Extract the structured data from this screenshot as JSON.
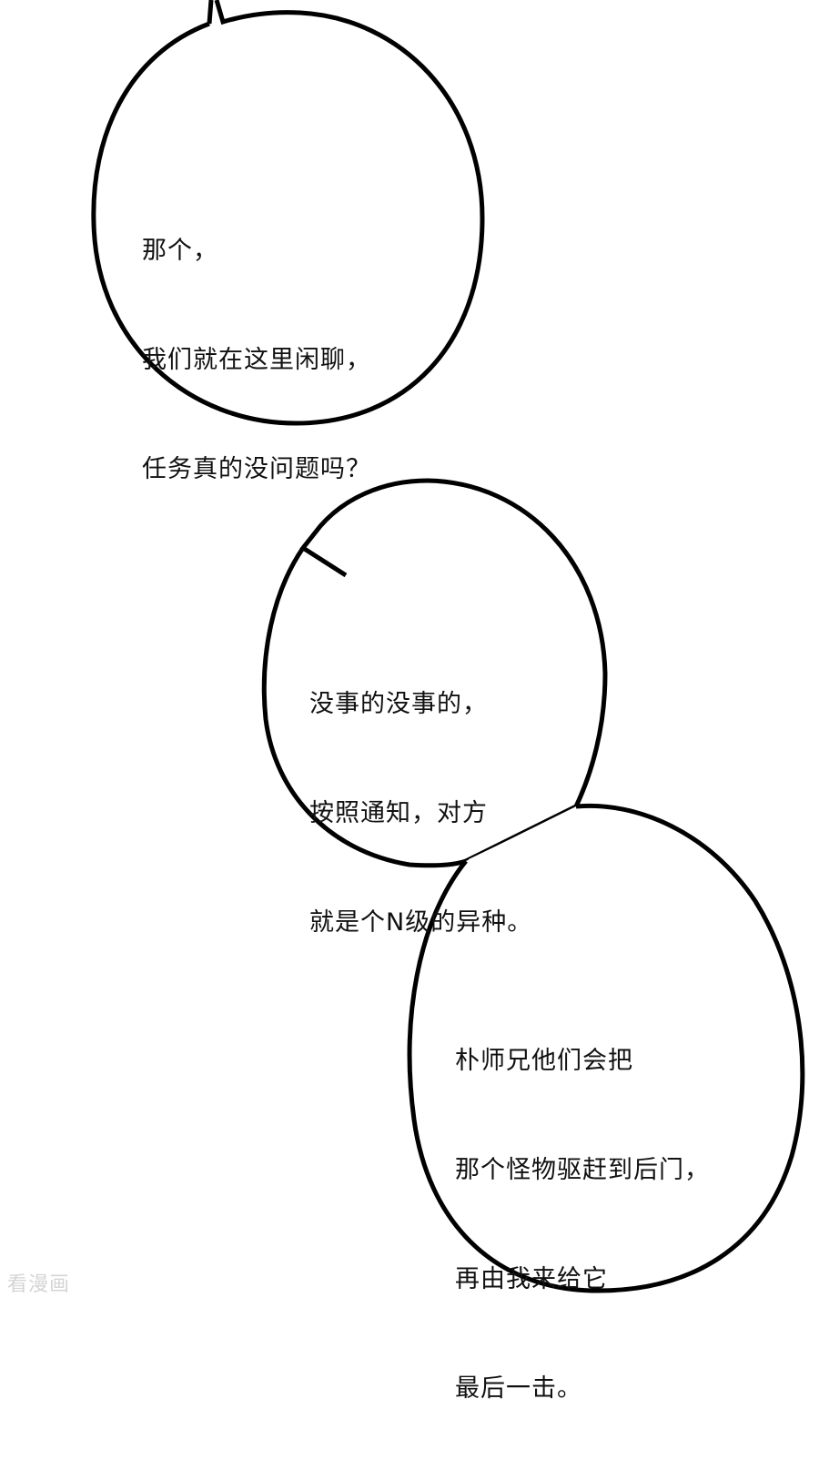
{
  "page": {
    "type": "comic-panel",
    "background": "#ffffff",
    "stroke_color": "#000000"
  },
  "bubbles": [
    {
      "id": "bubble-1",
      "lines": [
        "那个，",
        "我们就在这里闲聊，",
        "任务真的没问题吗？"
      ]
    },
    {
      "id": "bubble-2",
      "lines": [
        "没事的没事的，",
        "按照通知，对方",
        "就是个N级的异种。"
      ]
    },
    {
      "id": "bubble-3",
      "lines": [
        "朴师兄他们会把",
        "那个怪物驱赶到后门，",
        "再由我来给它",
        "最后一击。"
      ]
    }
  ],
  "watermark": {
    "text": "看漫画"
  }
}
